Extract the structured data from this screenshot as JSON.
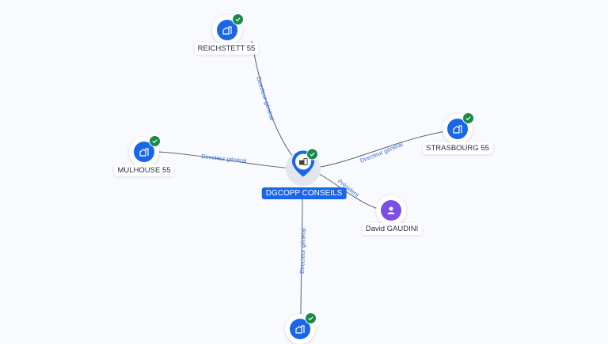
{
  "center": {
    "label": "DGCOPP CONSEILS",
    "icon": "building-icon",
    "verified": true
  },
  "nodes": [
    {
      "label": "REICHSTETT 55",
      "type": "company",
      "verified": true
    },
    {
      "label": "STRASBOURG 55",
      "type": "company",
      "verified": true
    },
    {
      "label": "MULHOUSE 55",
      "type": "company",
      "verified": true
    },
    {
      "label": "David GAUDINI",
      "type": "person",
      "verified": false
    },
    {
      "label": "",
      "type": "company",
      "verified": true
    }
  ],
  "edges": [
    {
      "label": "Directeur général",
      "to": "REICHSTETT 55"
    },
    {
      "label": "Directeur général",
      "to": "STRASBOURG 55"
    },
    {
      "label": "Directeur général",
      "to": "MULHOUSE 55"
    },
    {
      "label": "Président",
      "to": "David GAUDINI"
    },
    {
      "label": "Directeur général",
      "to": "bottom"
    }
  ],
  "colors": {
    "company": "#1a66e8",
    "person": "#7c4ee4",
    "verified": "#188a4a",
    "edge_label": "#3c6fd8",
    "background": "#f8fafe"
  }
}
